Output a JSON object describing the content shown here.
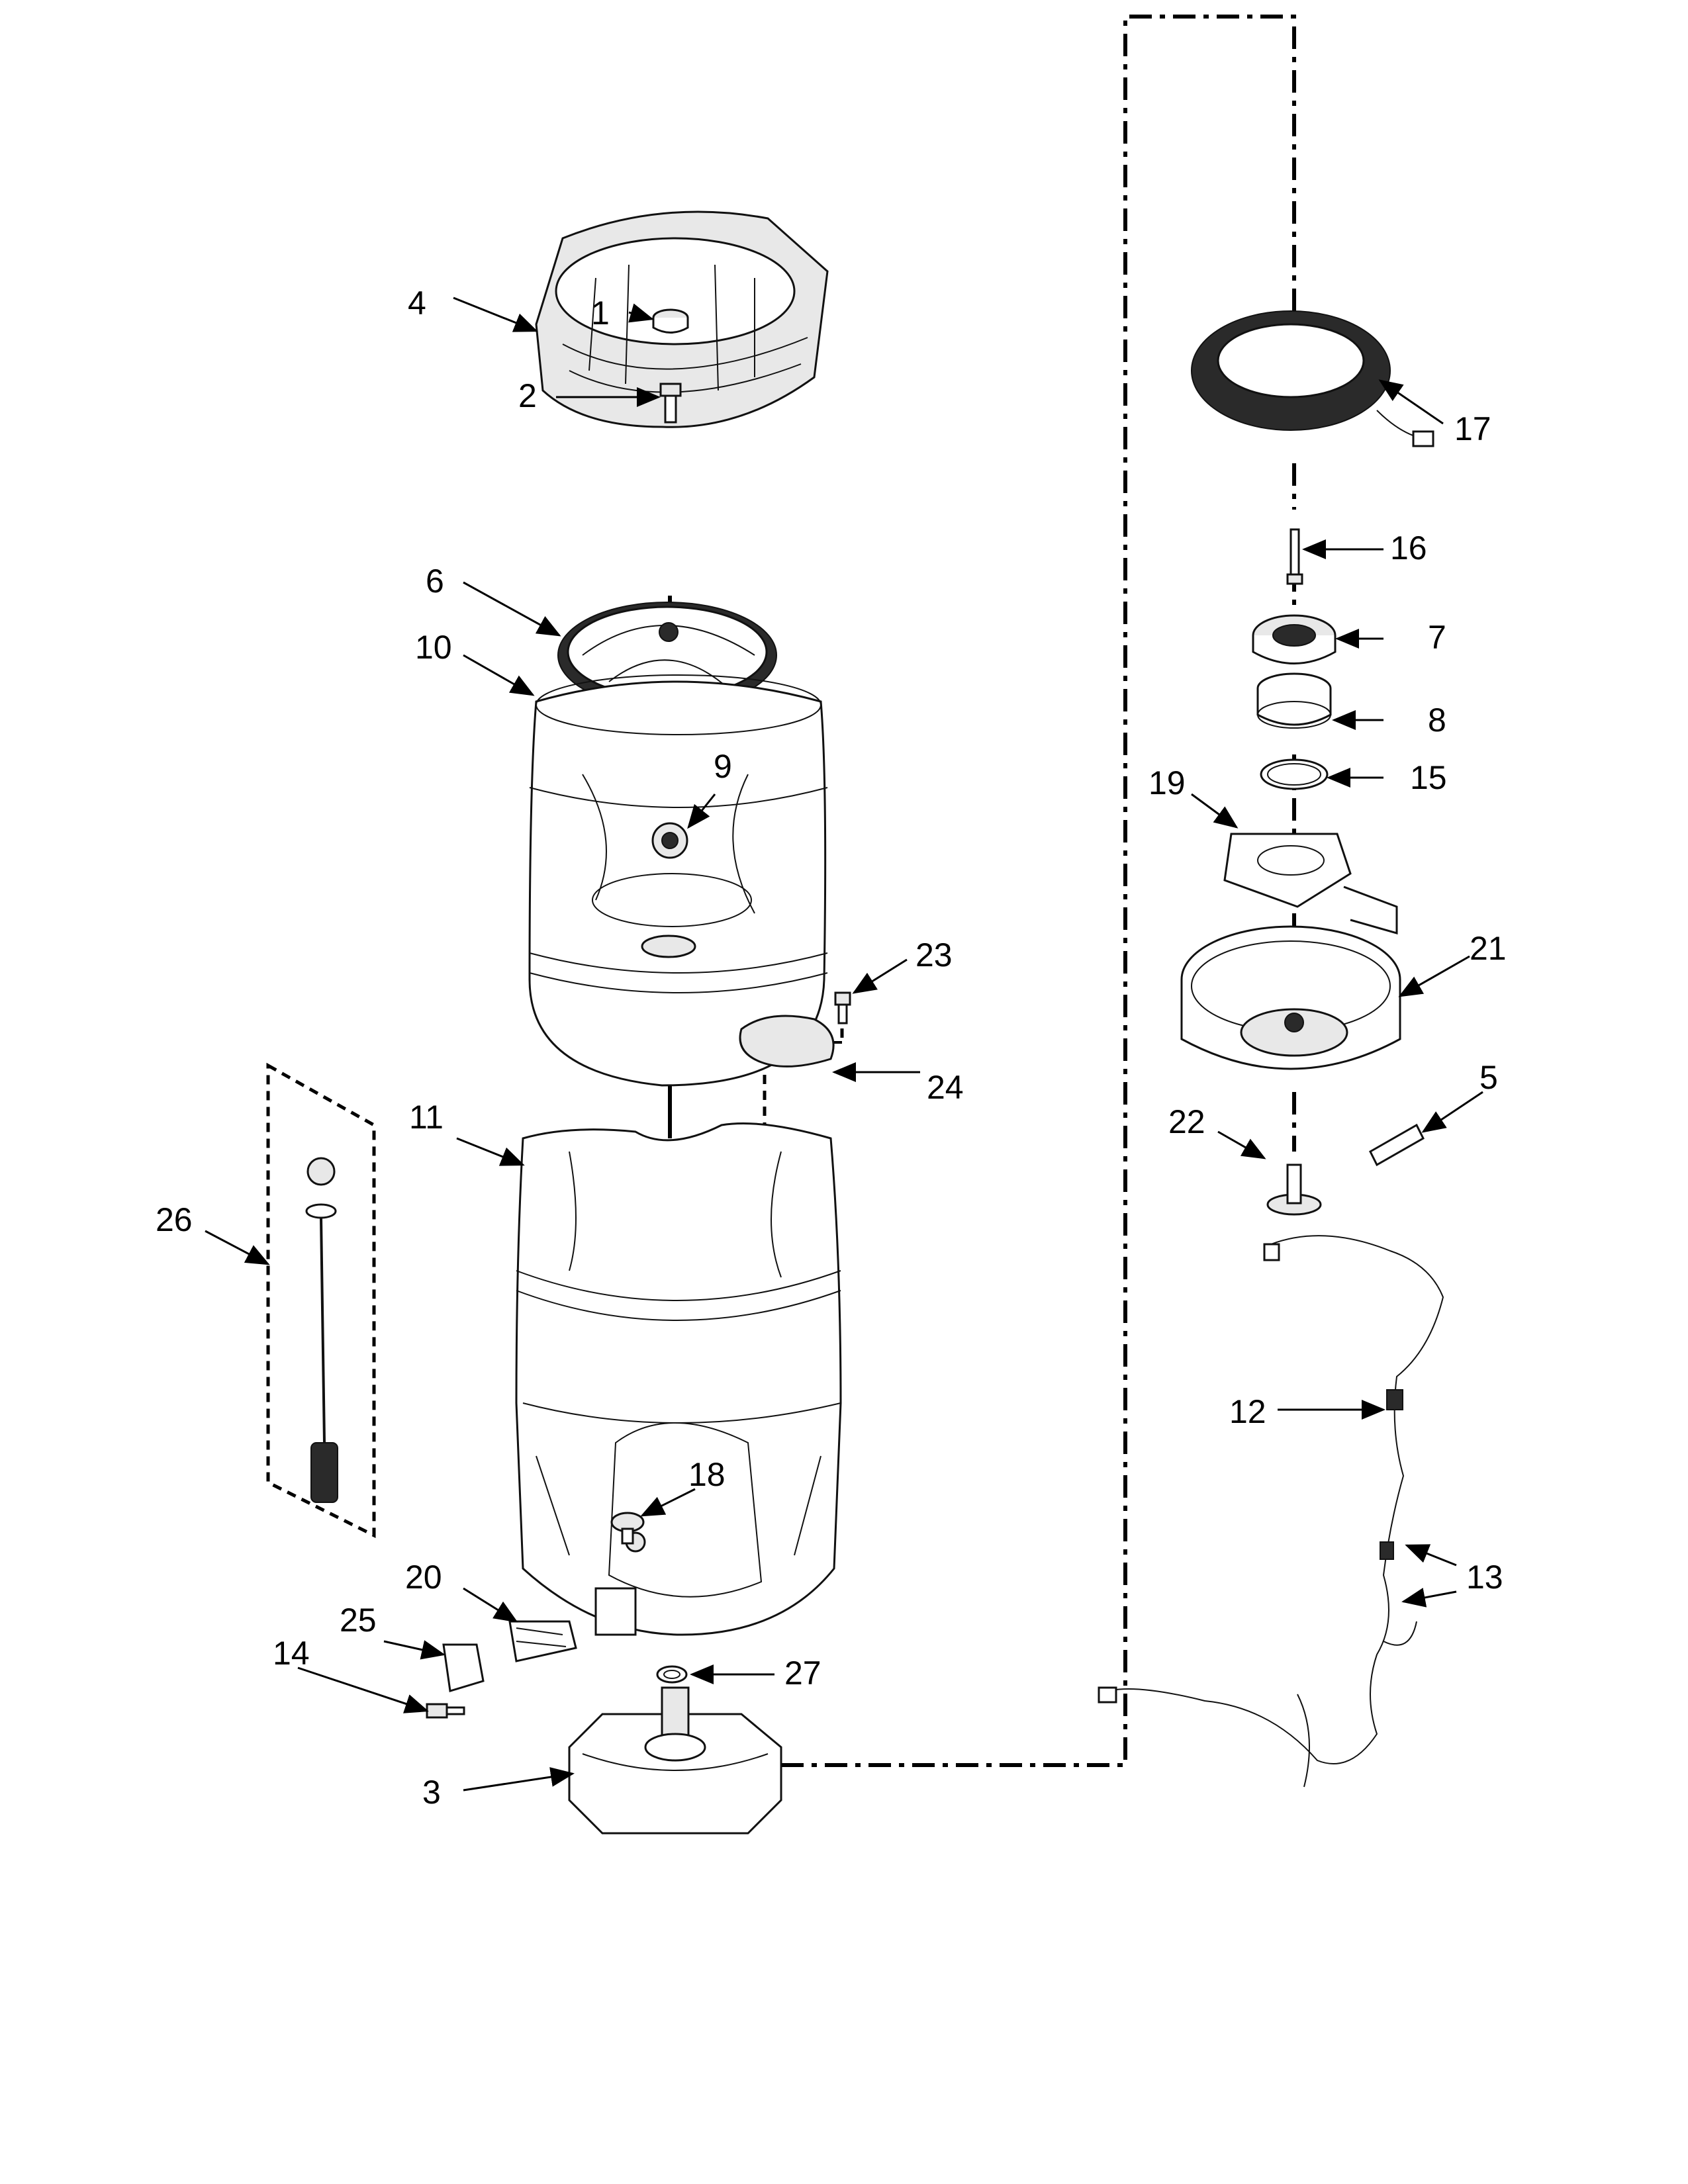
{
  "callouts": [
    {
      "id": "4",
      "label": "4"
    },
    {
      "id": "1",
      "label": "1"
    },
    {
      "id": "2",
      "label": "2"
    },
    {
      "id": "6",
      "label": "6"
    },
    {
      "id": "10",
      "label": "10"
    },
    {
      "id": "9",
      "label": "9"
    },
    {
      "id": "23",
      "label": "23"
    },
    {
      "id": "24",
      "label": "24"
    },
    {
      "id": "11",
      "label": "11"
    },
    {
      "id": "26",
      "label": "26"
    },
    {
      "id": "18",
      "label": "18"
    },
    {
      "id": "20",
      "label": "20"
    },
    {
      "id": "25",
      "label": "25"
    },
    {
      "id": "14",
      "label": "14"
    },
    {
      "id": "27",
      "label": "27"
    },
    {
      "id": "3",
      "label": "3"
    },
    {
      "id": "17",
      "label": "17"
    },
    {
      "id": "16",
      "label": "16"
    },
    {
      "id": "7",
      "label": "7"
    },
    {
      "id": "8",
      "label": "8"
    },
    {
      "id": "15",
      "label": "15"
    },
    {
      "id": "19",
      "label": "19"
    },
    {
      "id": "21",
      "label": "21"
    },
    {
      "id": "5",
      "label": "5"
    },
    {
      "id": "22",
      "label": "22"
    },
    {
      "id": "12",
      "label": "12"
    },
    {
      "id": "13",
      "label": "13"
    }
  ]
}
